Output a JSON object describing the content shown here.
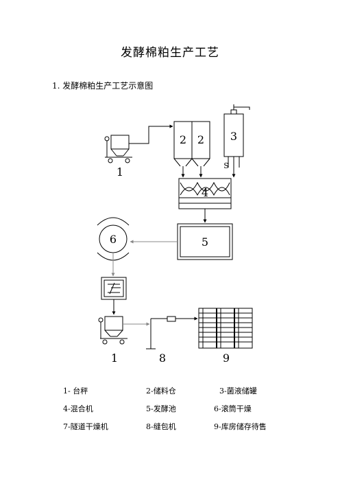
{
  "title": "发酵棉粕生产工艺",
  "subtitle": "1. 发酵棉粕生产工艺示意图",
  "diagram": {
    "labels": {
      "scale_top": "1",
      "silo_a": "2",
      "silo_b": "2",
      "tank": "3",
      "valve": "S",
      "mixer": "4",
      "pool": "5",
      "drum": "6",
      "scale_bottom": "1",
      "sewer": "8",
      "storage": "9"
    }
  },
  "legend": [
    [
      "1-  台秤",
      "2-储料仓",
      "3-菌液储罐"
    ],
    [
      "4-混合机",
      "5-发酵池",
      "6-滚筒干燥"
    ],
    [
      "7-隧道干燥机",
      "8-缝包机",
      "9-库房储存待售"
    ]
  ]
}
